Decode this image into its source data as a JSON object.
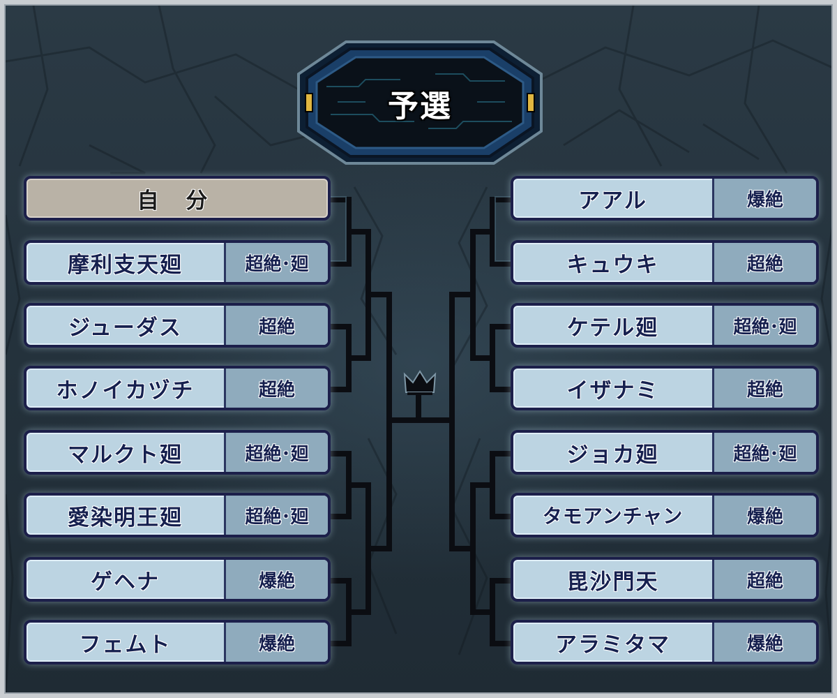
{
  "title": "予選",
  "left_bracket": [
    {
      "name": "自 分",
      "tag": "",
      "is_self": true
    },
    {
      "name": "摩利支天廻",
      "tag": "超絶･廻"
    },
    {
      "name": "ジューダス",
      "tag": "超絶"
    },
    {
      "name": "ホノイカヅチ",
      "tag": "超絶"
    },
    {
      "name": "マルクト廻",
      "tag": "超絶･廻"
    },
    {
      "name": "愛染明王廻",
      "tag": "超絶･廻"
    },
    {
      "name": "ゲヘナ",
      "tag": "爆絶"
    },
    {
      "name": "フェムト",
      "tag": "爆絶"
    }
  ],
  "right_bracket": [
    {
      "name": "アアル",
      "tag": "爆絶"
    },
    {
      "name": "キュウキ",
      "tag": "超絶"
    },
    {
      "name": "ケテル廻",
      "tag": "超絶･廻"
    },
    {
      "name": "イザナミ",
      "tag": "超絶"
    },
    {
      "name": "ジョカ廻",
      "tag": "超絶･廻"
    },
    {
      "name": "タモアンチャン",
      "tag": "爆絶"
    },
    {
      "name": "毘沙門天",
      "tag": "超絶"
    },
    {
      "name": "アラミタマ",
      "tag": "爆絶"
    }
  ],
  "icons": {
    "winner": "crown-icon"
  },
  "colors": {
    "entry_background": "#bcd4e2",
    "tag_background": "#8fabbd",
    "self_background": "#b9b2a6",
    "text": "#16204f",
    "border": "#1c1f4a"
  }
}
